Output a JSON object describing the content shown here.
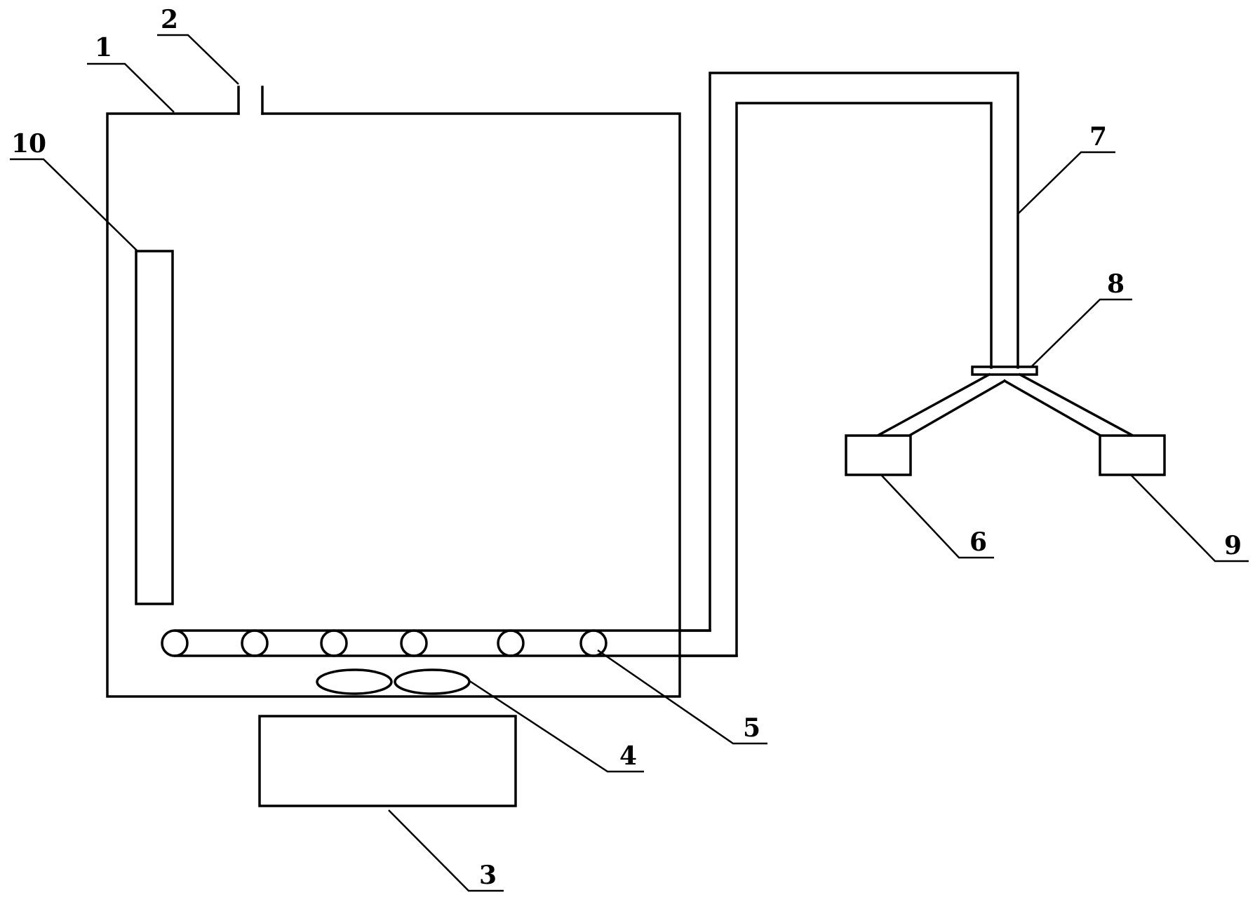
{
  "labels": {
    "n1": "1",
    "n2": "2",
    "n3": "3",
    "n4": "4",
    "n5": "5",
    "n6": "6",
    "n7": "7",
    "n8": "8",
    "n9": "9",
    "n10": "10"
  },
  "colors": {
    "line": "#000000",
    "background": "#ffffff"
  }
}
